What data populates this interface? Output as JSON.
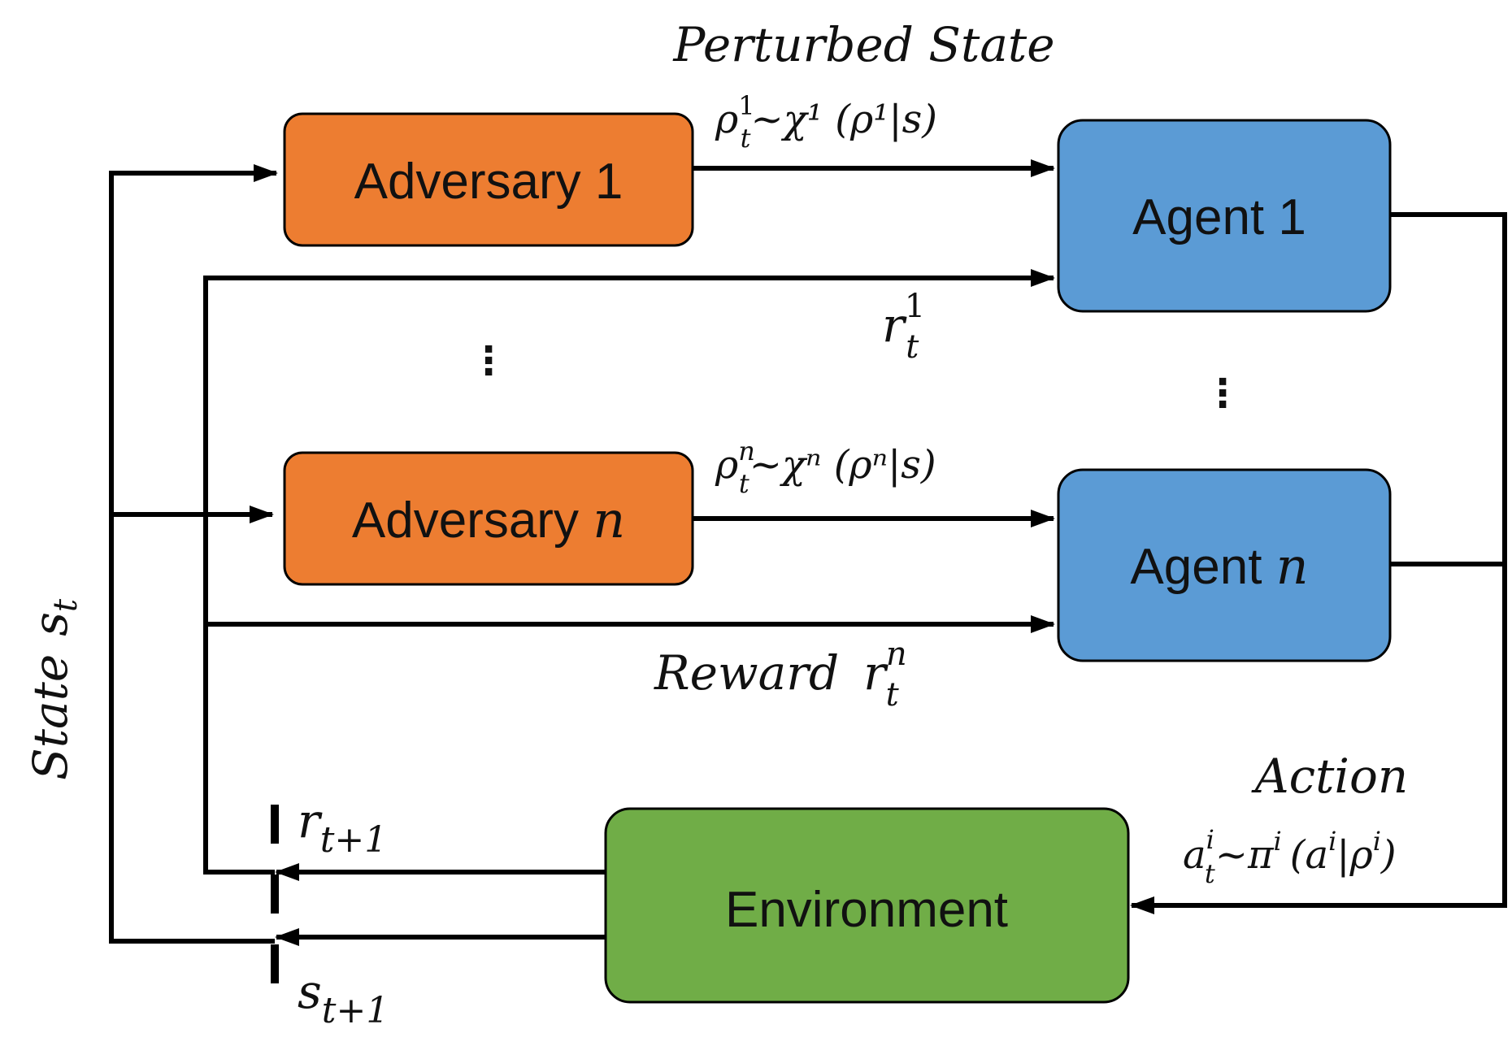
{
  "colors": {
    "adversary": "#ED7D31",
    "agent": "#5B9BD5",
    "environment": "#70AD47",
    "line": "#000000"
  },
  "nodes": {
    "adversary_1": {
      "label": "Adversary 1"
    },
    "adversary_n": {
      "label_prefix": "Adversary",
      "label_var": "n"
    },
    "agent_1": {
      "label": "Agent 1"
    },
    "agent_n": {
      "label_prefix": "Agent",
      "label_var": "n"
    },
    "environment": {
      "label": "Environment"
    }
  },
  "labels": {
    "perturbed_state": "Perturbed State",
    "perturb_1": {
      "base": "ρ",
      "sup": "1",
      "sub": "t",
      "rest": "~χ¹ (ρ¹|s)"
    },
    "perturb_n": {
      "base": "ρ",
      "sup": "n",
      "sub": "t",
      "rest": "~χⁿ (ρⁿ|s)"
    },
    "reward_1": {
      "base": "r",
      "sup": "1",
      "sub": "t"
    },
    "reward_word": "Reward",
    "reward_n": {
      "base": "r",
      "sup": "n",
      "sub": "t"
    },
    "state_word": "State",
    "state_var": {
      "base": "s",
      "sub": "t"
    },
    "action_word": "Action",
    "action_eq": {
      "base": "a",
      "sup": "i",
      "sub": "t",
      "rest": "~π",
      "rest_sup": "i",
      "tail": "(a",
      "tail_sup": "i",
      "tail2": "|ρ",
      "tail2_sup": "i",
      "close": ")"
    },
    "r_next": {
      "base": "r",
      "sub": "t+1"
    },
    "s_next": {
      "base": "s",
      "sub": "t+1"
    },
    "ellipsis": "⋮"
  }
}
